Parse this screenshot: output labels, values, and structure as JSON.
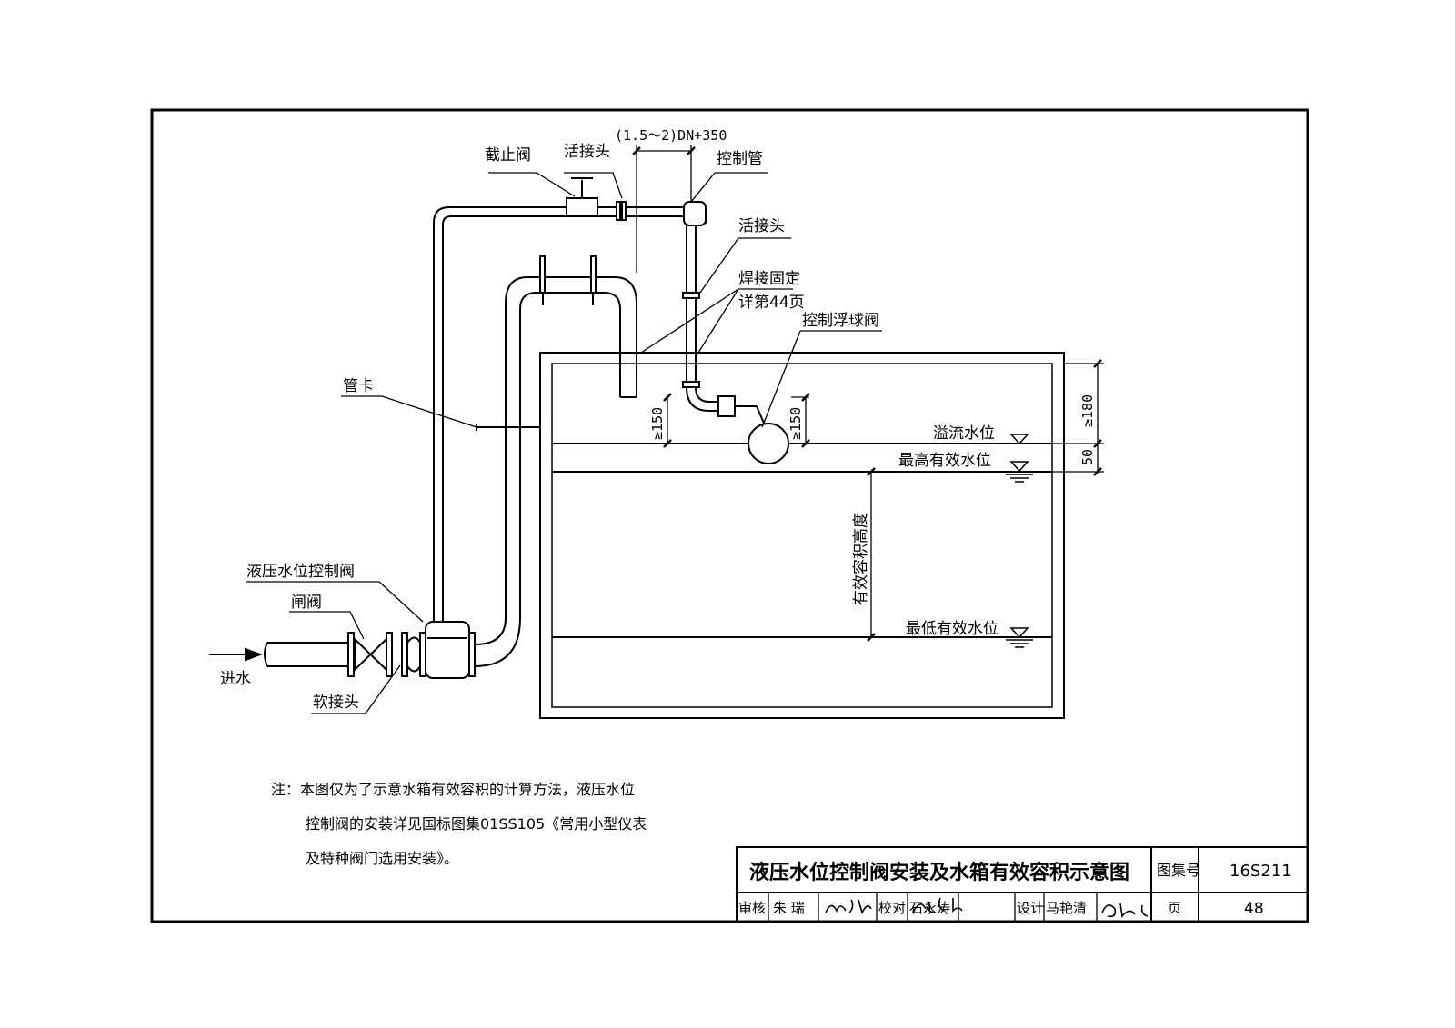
{
  "labels": {
    "dimension_top": "(1.5～2)DN+350",
    "stop_valve": "截止阀",
    "union_joint_top": "活接头",
    "control_pipe": "控制管",
    "union_joint_right": "活接头",
    "weld_fixed": "焊接固定",
    "see_page": "详第44页",
    "control_float_valve": "控制浮球阀",
    "pipe_clamp": "管卡",
    "hydraulic_valve": "液压水位控制阀",
    "gate_valve": "闸阀",
    "water_inlet": "进水",
    "flexible_joint": "软接头",
    "dim_ge150_left": "≥150",
    "dim_ge150_right": "≥150",
    "dim_ge180": "≥180",
    "dim_50": "50",
    "overflow_level": "溢流水位",
    "max_level": "最高有效水位",
    "min_level": "最低有效水位",
    "effective_height": "有效容积高度"
  },
  "note": {
    "line1": "注：本图仅为了示意水箱有效容积的计算方法，液压水位",
    "line2": "控制阀的安装详见国标图集01SS105《常用小型仪表",
    "line3": "及特种阀门选用安装》。"
  },
  "title_block": {
    "title": "液压水位控制阀安装及水箱有效容积示意图",
    "atlas_label": "图集号",
    "atlas_no": "16S211",
    "review_label": "审核",
    "reviewer": "朱 瑞",
    "check_label": "校对",
    "checker": "石永涛",
    "design_label": "设计",
    "designer": "马艳清",
    "page_label": "页",
    "page_no": "48"
  }
}
